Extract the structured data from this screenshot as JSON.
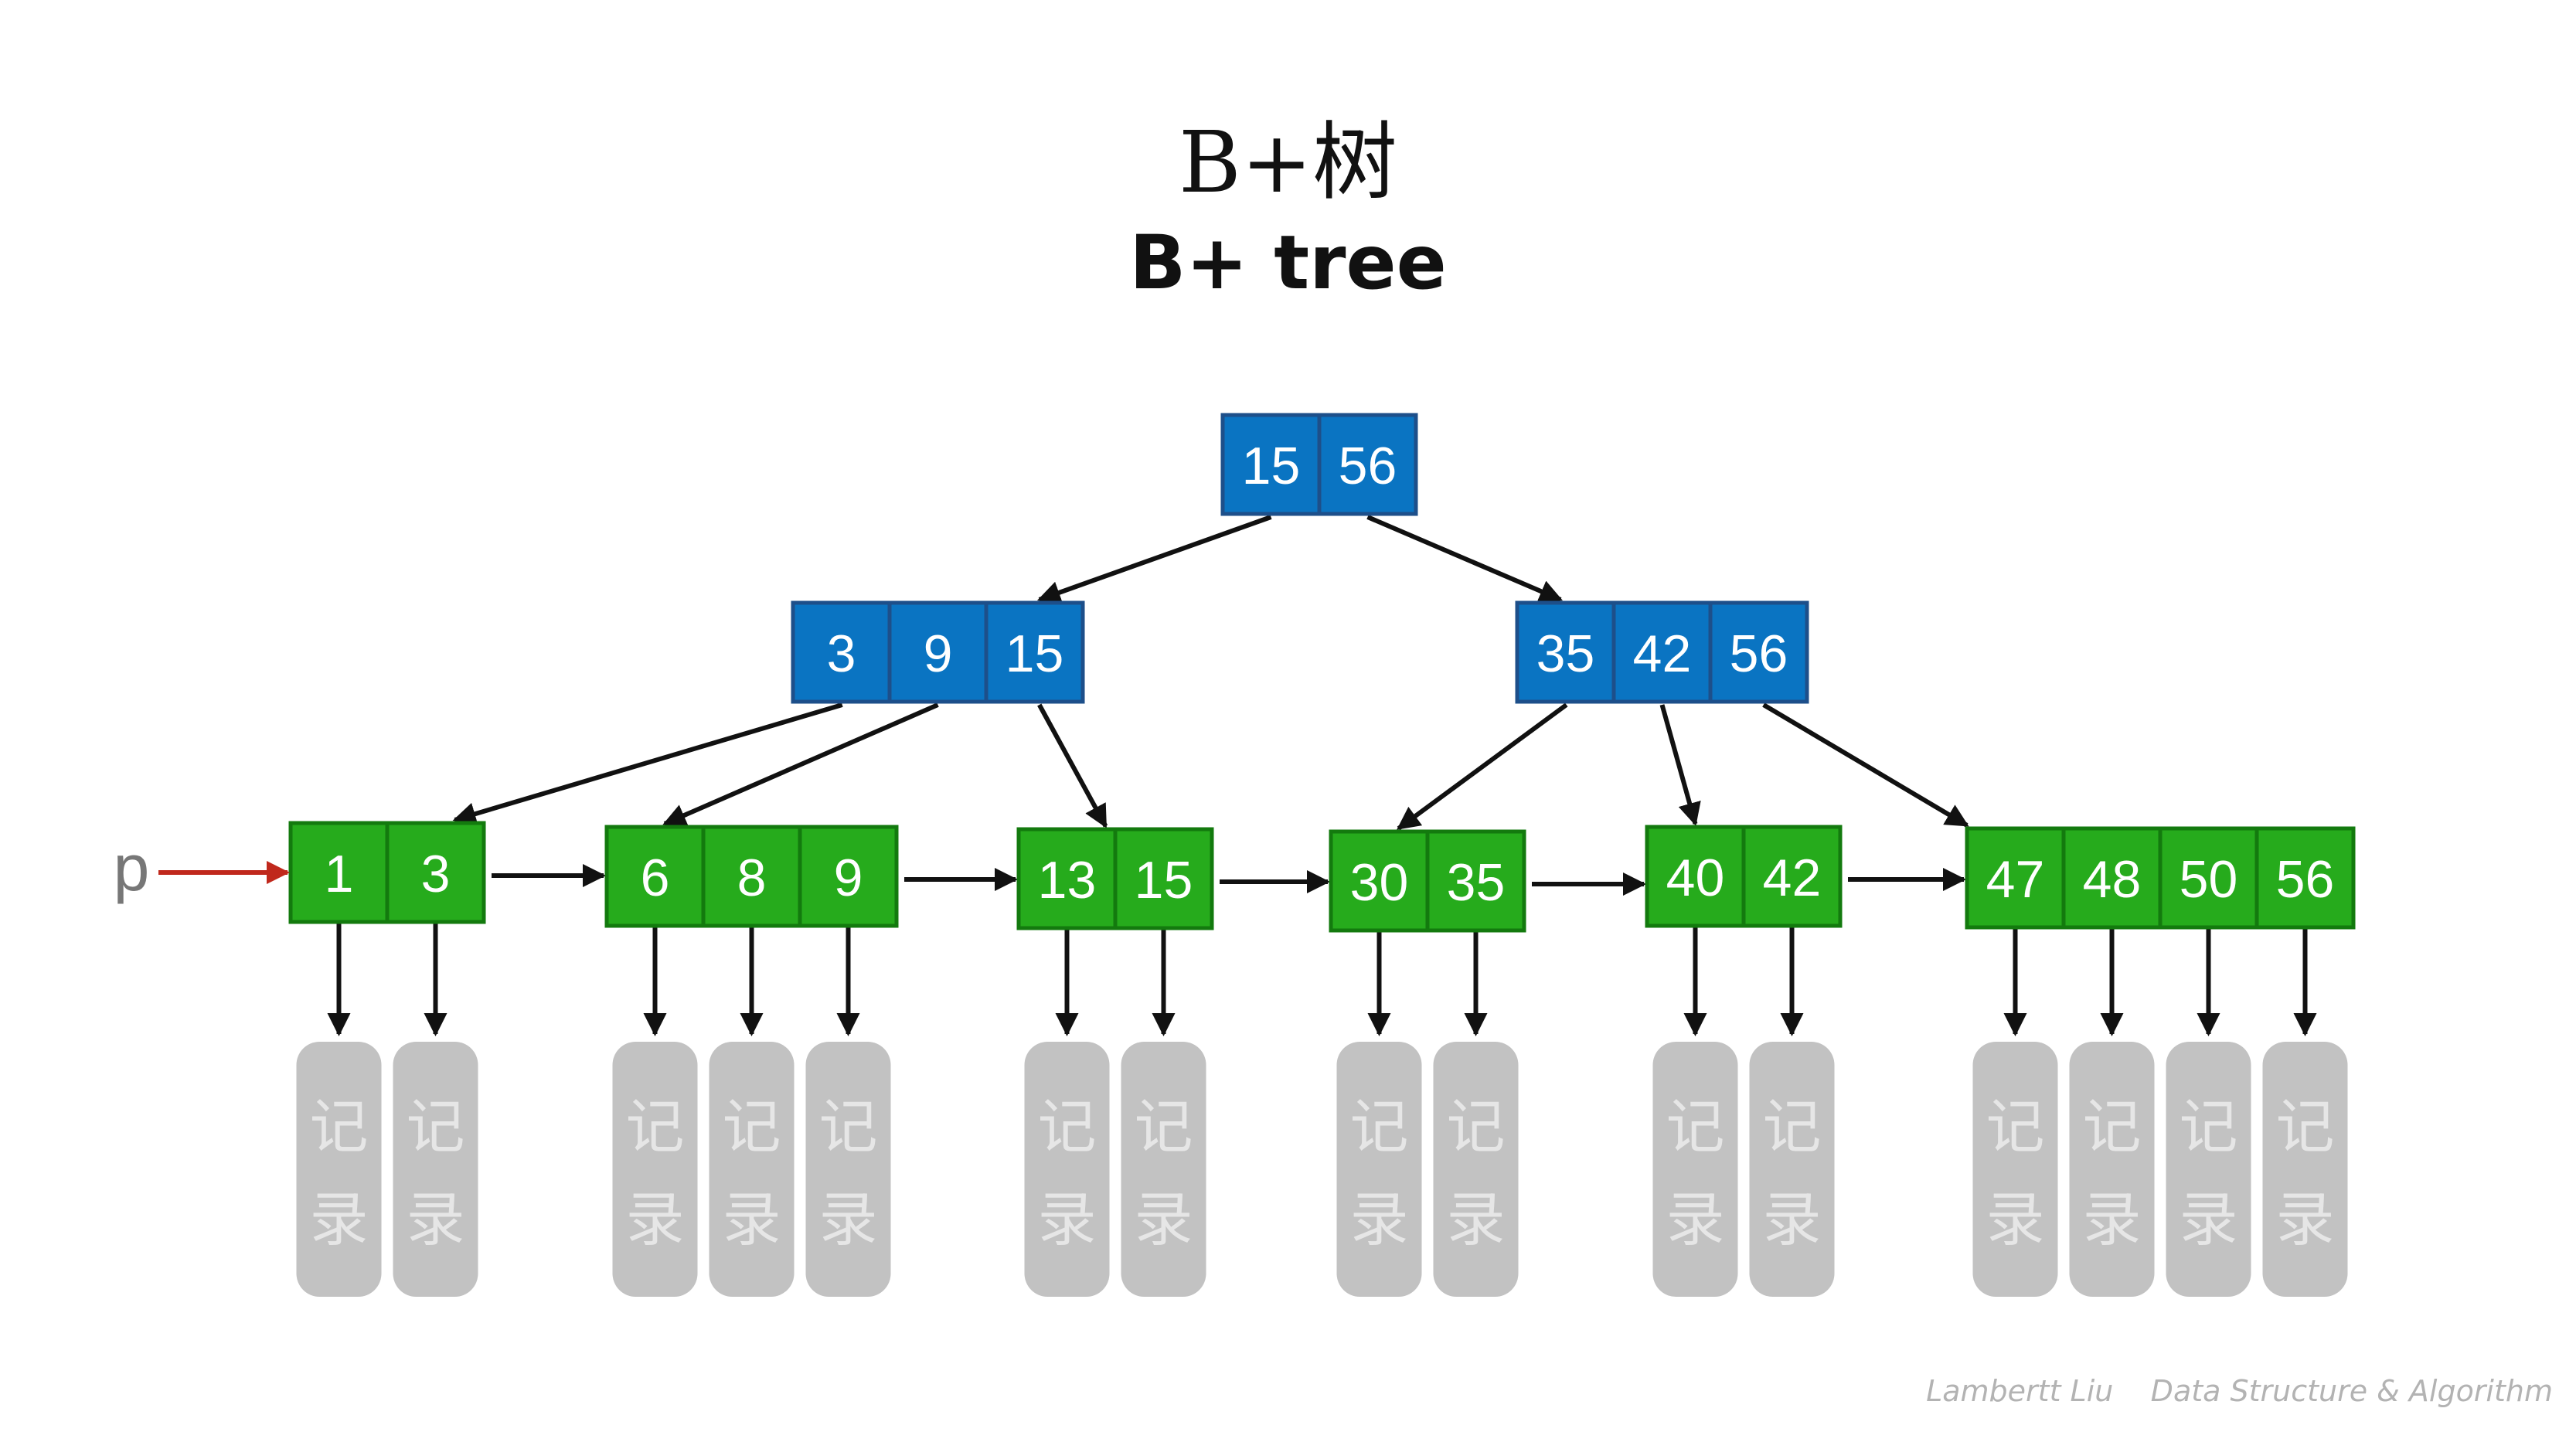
{
  "title_cn": "B+树",
  "title_en": "B+ tree",
  "pointer_label": "p",
  "record_label": "记录",
  "footer": "Lambertt Liu    Data Structure & Algorithm",
  "colors": {
    "internal_fill": "#0a74c2",
    "internal_stroke": "#1d4f8a",
    "leaf_fill": "#26ab1c",
    "leaf_stroke": "#137a0e",
    "record_fill": "#c2c2c2",
    "record_text": "#e6e6e6",
    "edge": "#111111",
    "pointer": "#c0281c"
  },
  "tree": {
    "root": {
      "id": "root",
      "keys": [
        "15",
        "56"
      ]
    },
    "internal": [
      {
        "id": "i1",
        "keys": [
          "3",
          "9",
          "15"
        ]
      },
      {
        "id": "i2",
        "keys": [
          "35",
          "42",
          "56"
        ]
      }
    ],
    "leaves": [
      {
        "id": "l1",
        "keys": [
          "1",
          "3"
        ]
      },
      {
        "id": "l2",
        "keys": [
          "6",
          "8",
          "9"
        ]
      },
      {
        "id": "l3",
        "keys": [
          "13",
          "15"
        ]
      },
      {
        "id": "l4",
        "keys": [
          "30",
          "35"
        ]
      },
      {
        "id": "l5",
        "keys": [
          "40",
          "42"
        ]
      },
      {
        "id": "l6",
        "keys": [
          "47",
          "48",
          "50",
          "56"
        ]
      }
    ],
    "edges": [
      {
        "from": "root",
        "to": "i1"
      },
      {
        "from": "root",
        "to": "i2"
      },
      {
        "from": "i1",
        "to": "l1"
      },
      {
        "from": "i1",
        "to": "l2"
      },
      {
        "from": "i1",
        "to": "l3"
      },
      {
        "from": "i2",
        "to": "l4"
      },
      {
        "from": "i2",
        "to": "l5"
      },
      {
        "from": "i2",
        "to": "l6"
      }
    ],
    "leaf_links": [
      {
        "from": "l1",
        "to": "l2"
      },
      {
        "from": "l2",
        "to": "l3"
      },
      {
        "from": "l3",
        "to": "l4"
      },
      {
        "from": "l4",
        "to": "l5"
      },
      {
        "from": "l5",
        "to": "l6"
      }
    ]
  }
}
